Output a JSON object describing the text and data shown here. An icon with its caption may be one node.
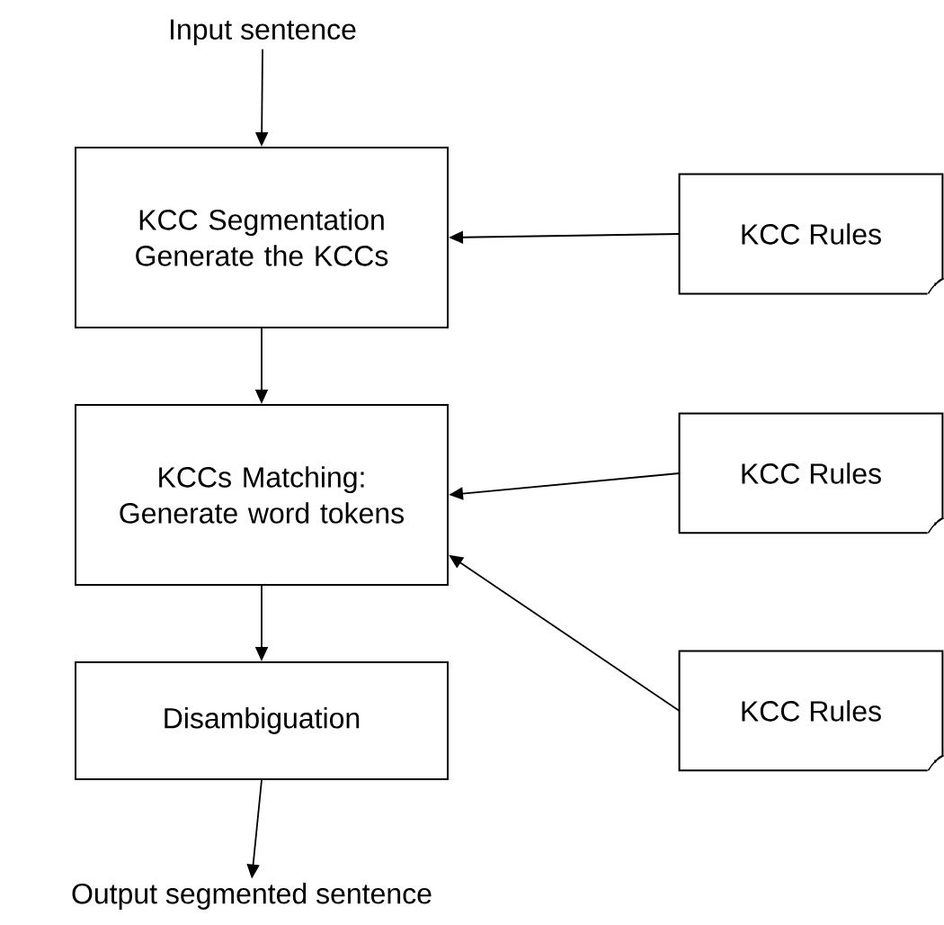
{
  "diagram": {
    "nodes": [
      {
        "text": [
          "Input sentence"
        ]
      },
      {
        "text": [
          "KCC Segmentation Generate the KCCs"
        ]
      },
      {
        "text": [
          "KCCs Matching: Generate word tokens"
        ]
      },
      {
        "text": [
          "Disambiguation"
        ]
      },
      {
        "text": [
          "Output segmented sentence"
        ]
      },
      {
        "text": [
          "KCC Rules"
        ]
      },
      {
        "text": [
          "KCC Rules"
        ]
      },
      {
        "text": [
          "KCC Rules"
        ]
      }
    ],
    "edges": [
      {
        "from": 0,
        "to": 1,
        "arrow": "to"
      },
      {
        "from": 1,
        "to": 2,
        "arrow": "to"
      },
      {
        "from": 2,
        "to": 3,
        "arrow": "to"
      },
      {
        "from": 3,
        "to": 4,
        "arrow": "to"
      },
      {
        "from": 5,
        "to": 1,
        "arrow": "to"
      },
      {
        "from": 6,
        "to": 2,
        "arrow": "to"
      },
      {
        "from": 7,
        "to": 2,
        "arrow": "to"
      }
    ]
  }
}
